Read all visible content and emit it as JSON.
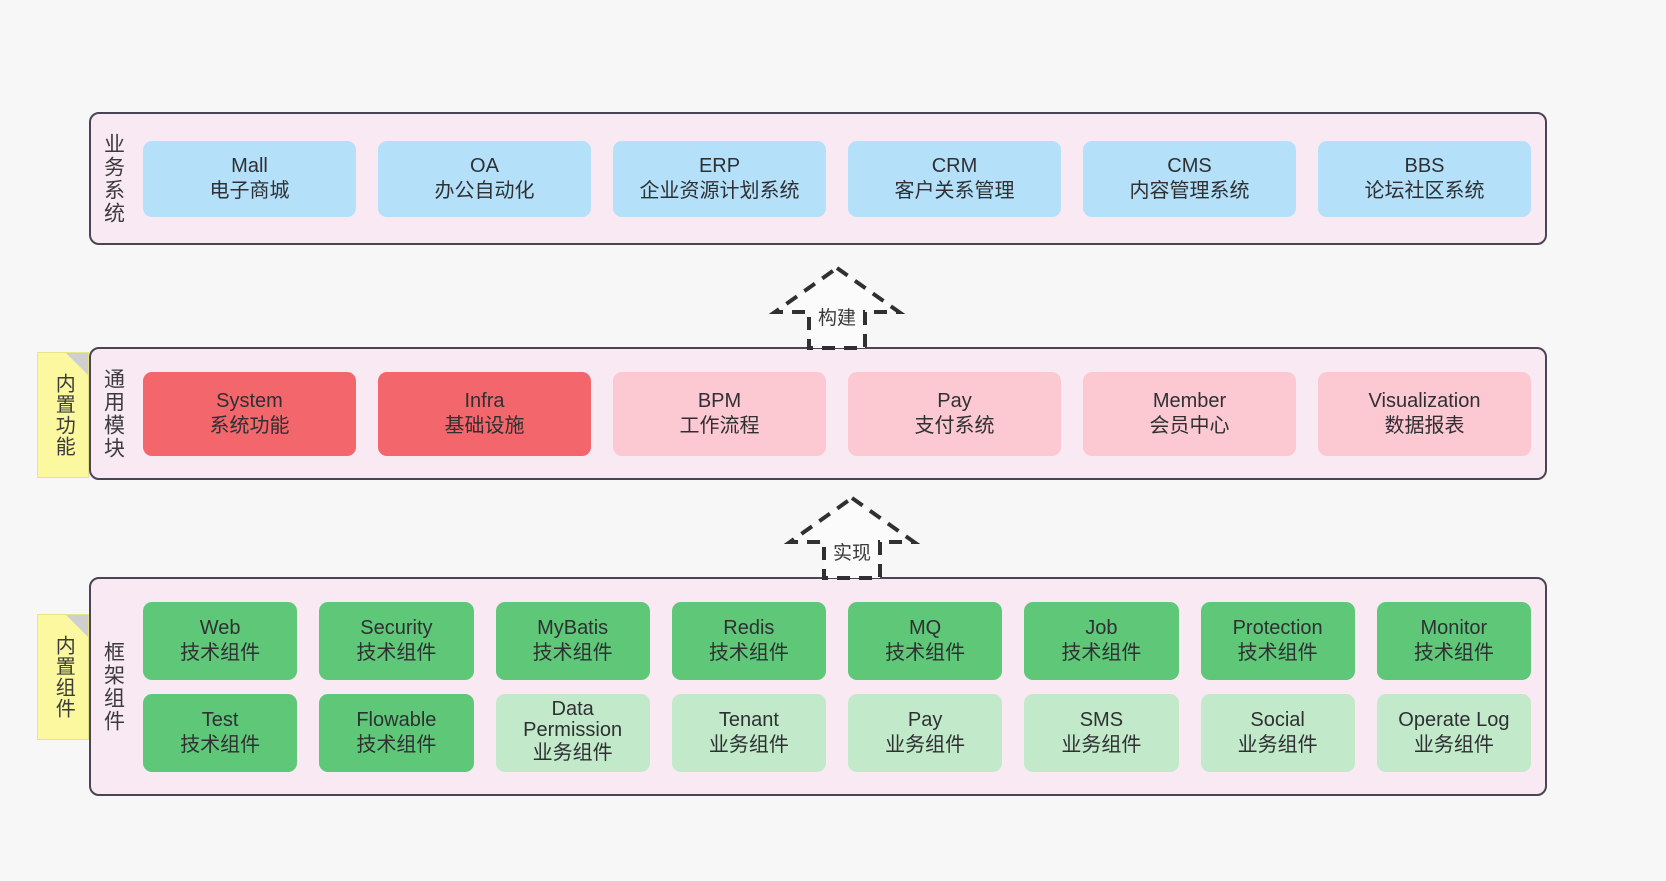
{
  "diagram": {
    "title": "",
    "background_color": "#f7f7f7",
    "panel_bg": "#f8e9f3",
    "panel_border": "#4a4453"
  },
  "layers": [
    {
      "id": "business-system",
      "title": "业务系统",
      "tag": null,
      "rows": [
        {
          "style": "blue",
          "nodes": [
            {
              "en": "Mall",
              "cn": "电子商城"
            },
            {
              "en": "OA",
              "cn": "办公自动化"
            },
            {
              "en": "ERP",
              "cn": "企业资源计划系统"
            },
            {
              "en": "CRM",
              "cn": "客户关系管理"
            },
            {
              "en": "CMS",
              "cn": "内容管理系统"
            },
            {
              "en": "BBS",
              "cn": "论坛社区系统"
            }
          ]
        }
      ]
    },
    {
      "id": "common-module",
      "title": "通用模块",
      "tag": "内置功能",
      "rows": [
        {
          "style": "mixed",
          "nodes": [
            {
              "en": "System",
              "cn": "系统功能",
              "style": "red"
            },
            {
              "en": "Infra",
              "cn": "基础设施",
              "style": "red"
            },
            {
              "en": "BPM",
              "cn": "工作流程",
              "style": "pink"
            },
            {
              "en": "Pay",
              "cn": "支付系统",
              "style": "pink"
            },
            {
              "en": "Member",
              "cn": "会员中心",
              "style": "pink"
            },
            {
              "en": "Visualization",
              "cn": "数据报表",
              "style": "pink"
            }
          ]
        }
      ]
    },
    {
      "id": "framework-component",
      "title": "框架组件",
      "tag": "内置组件",
      "rows": [
        {
          "style": "mixed",
          "nodes": [
            {
              "en": "Web",
              "cn": "技术组件",
              "style": "green"
            },
            {
              "en": "Security",
              "cn": "技术组件",
              "style": "green"
            },
            {
              "en": "MyBatis",
              "cn": "技术组件",
              "style": "green"
            },
            {
              "en": "Redis",
              "cn": "技术组件",
              "style": "green"
            },
            {
              "en": "MQ",
              "cn": "技术组件",
              "style": "green"
            },
            {
              "en": "Job",
              "cn": "技术组件",
              "style": "green"
            },
            {
              "en": "Protection",
              "cn": "技术组件",
              "style": "green"
            },
            {
              "en": "Monitor",
              "cn": "技术组件",
              "style": "green"
            }
          ]
        },
        {
          "style": "mixed",
          "nodes": [
            {
              "en": "Test",
              "cn": "技术组件",
              "style": "green"
            },
            {
              "en": "Flowable",
              "cn": "技术组件",
              "style": "green"
            },
            {
              "en": "Data Permission",
              "cn": "业务组件",
              "style": "lgreen"
            },
            {
              "en": "Tenant",
              "cn": "业务组件",
              "style": "lgreen"
            },
            {
              "en": "Pay",
              "cn": "业务组件",
              "style": "lgreen"
            },
            {
              "en": "SMS",
              "cn": "业务组件",
              "style": "lgreen"
            },
            {
              "en": "Social",
              "cn": "业务组件",
              "style": "lgreen"
            },
            {
              "en": "Operate Log",
              "cn": "业务组件",
              "style": "lgreen"
            }
          ]
        }
      ]
    }
  ],
  "connectors": [
    {
      "id": "build-arrow",
      "label": "构建",
      "direction": "up",
      "style": "dashed-hollow"
    },
    {
      "id": "implement-arrow",
      "label": "实现",
      "direction": "up",
      "style": "dashed-hollow"
    }
  ],
  "colors": {
    "blue": "#b5e0f9",
    "red": "#f2666c",
    "pink": "#fcc8d2",
    "green": "#5fc878",
    "light_green": "#c2e9c9",
    "tag_yellow": "#fbf8a0",
    "panel": "#f8e9f3",
    "border": "#4a4453"
  }
}
